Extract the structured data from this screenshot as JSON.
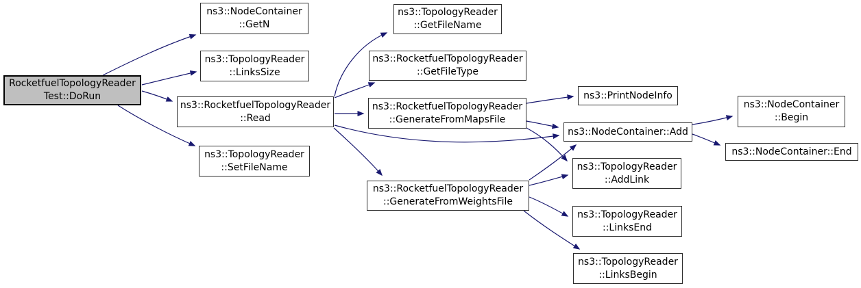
{
  "colors": {
    "edge": "#191970",
    "node_fill": "#ffffff",
    "node_border": "#2e2e2e",
    "root_fill": "#bfbfbf",
    "root_border": "#000000",
    "background": "#ffffff"
  },
  "nodes": {
    "dorun": {
      "label": "RocketfuelTopologyReader\nTest::DoRun"
    },
    "getn": {
      "label": "ns3::NodeContainer\n::GetN"
    },
    "linkssize": {
      "label": "ns3::TopologyReader\n::LinksSize"
    },
    "read": {
      "label": "ns3::RocketfuelTopologyReader\n::Read"
    },
    "setfilename": {
      "label": "ns3::TopologyReader\n::SetFileName"
    },
    "getfilename": {
      "label": "ns3::TopologyReader\n::GetFileName"
    },
    "getfiletype": {
      "label": "ns3::RocketfuelTopologyReader\n::GetFileType"
    },
    "mapsfile": {
      "label": "ns3::RocketfuelTopologyReader\n::GenerateFromMapsFile"
    },
    "weightsfile": {
      "label": "ns3::RocketfuelTopologyReader\n::GenerateFromWeightsFile"
    },
    "printnodeinfo": {
      "label": "ns3::PrintNodeInfo"
    },
    "add": {
      "label": "ns3::NodeContainer::Add"
    },
    "addlink": {
      "label": "ns3::TopologyReader\n::AddLink"
    },
    "linksend": {
      "label": "ns3::TopologyReader\n::LinksEnd"
    },
    "linksbegin": {
      "label": "ns3::TopologyReader\n::LinksBegin"
    },
    "begin": {
      "label": "ns3::NodeContainer\n::Begin"
    },
    "end": {
      "label": "ns3::NodeContainer::End"
    }
  },
  "edges": [
    {
      "from": "dorun",
      "to": "getn"
    },
    {
      "from": "dorun",
      "to": "linkssize"
    },
    {
      "from": "dorun",
      "to": "read"
    },
    {
      "from": "dorun",
      "to": "setfilename"
    },
    {
      "from": "read",
      "to": "getfilename"
    },
    {
      "from": "read",
      "to": "getfiletype"
    },
    {
      "from": "read",
      "to": "mapsfile"
    },
    {
      "from": "read",
      "to": "add"
    },
    {
      "from": "read",
      "to": "weightsfile"
    },
    {
      "from": "mapsfile",
      "to": "printnodeinfo"
    },
    {
      "from": "mapsfile",
      "to": "add"
    },
    {
      "from": "mapsfile",
      "to": "addlink"
    },
    {
      "from": "weightsfile",
      "to": "add"
    },
    {
      "from": "weightsfile",
      "to": "addlink"
    },
    {
      "from": "weightsfile",
      "to": "linksend"
    },
    {
      "from": "weightsfile",
      "to": "linksbegin"
    },
    {
      "from": "add",
      "to": "begin"
    },
    {
      "from": "add",
      "to": "end"
    }
  ]
}
